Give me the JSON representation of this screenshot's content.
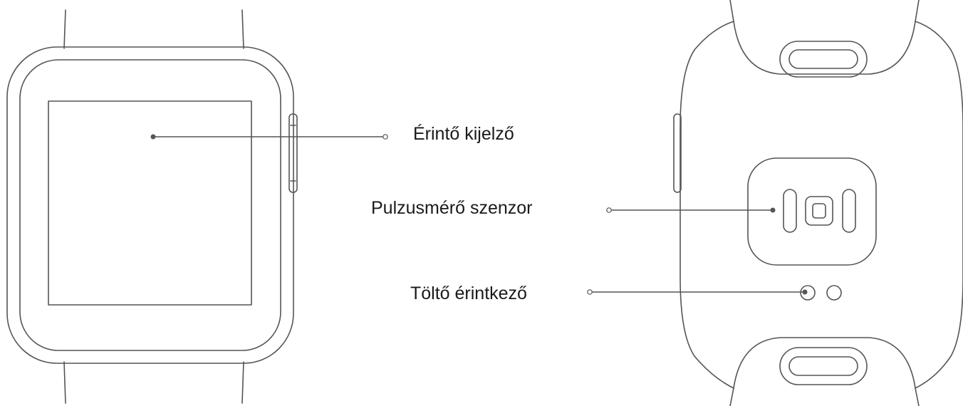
{
  "labels": {
    "touch_screen": "Érintő kijelző",
    "heart_rate_sensor": "Pulzusmérő szenzor",
    "charging_contacts": "Töltő érintkező"
  },
  "colors": {
    "line": "#555555",
    "text": "#1a1a1a",
    "background": "#ffffff"
  }
}
